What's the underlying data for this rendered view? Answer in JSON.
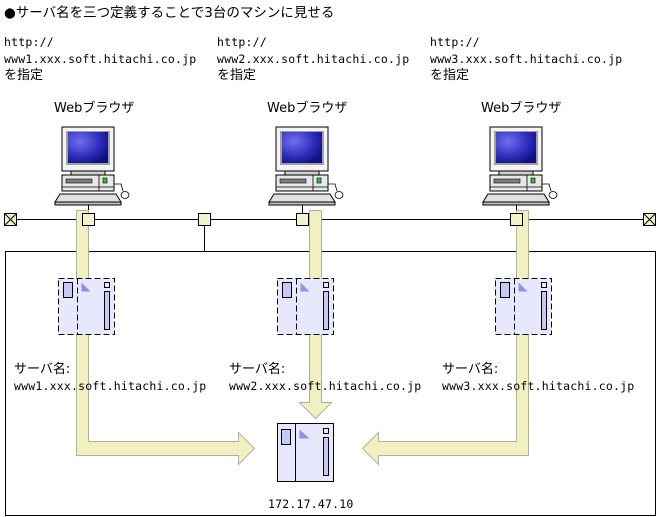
{
  "title": "●サーバ名を三つ定義することで3台のマシンに見せる",
  "clients": [
    {
      "url_prefix": "http://",
      "url_host": "www1.xxx.soft.hitachi.co.jp",
      "suffix": "を指定",
      "label": "Webブラウザ"
    },
    {
      "url_prefix": "http://",
      "url_host": "www2.xxx.soft.hitachi.co.jp",
      "suffix": "を指定",
      "label": "Webブラウザ"
    },
    {
      "url_prefix": "http://",
      "url_host": "www3.xxx.soft.hitachi.co.jp",
      "suffix": "を指定",
      "label": "Webブラウザ"
    }
  ],
  "virtual_servers": [
    {
      "caption": "サーバ名:",
      "name": "www1.xxx.soft.hitachi.co.jp"
    },
    {
      "caption": "サーバ名:",
      "name": "www2.xxx.soft.hitachi.co.jp"
    },
    {
      "caption": "サーバ名:",
      "name": "www3.xxx.soft.hitachi.co.jp"
    }
  ],
  "physical_server": {
    "ip": "172.17.47.10"
  },
  "colors": {
    "arrow_fill": "#f0f0c0",
    "arrow_stroke": "#b0b0a0",
    "server_fill": "#e8e8fc",
    "server_accent": "#c8c8f4",
    "node_fill": "#f4f4cc",
    "screen_blue": "#3030c0"
  }
}
